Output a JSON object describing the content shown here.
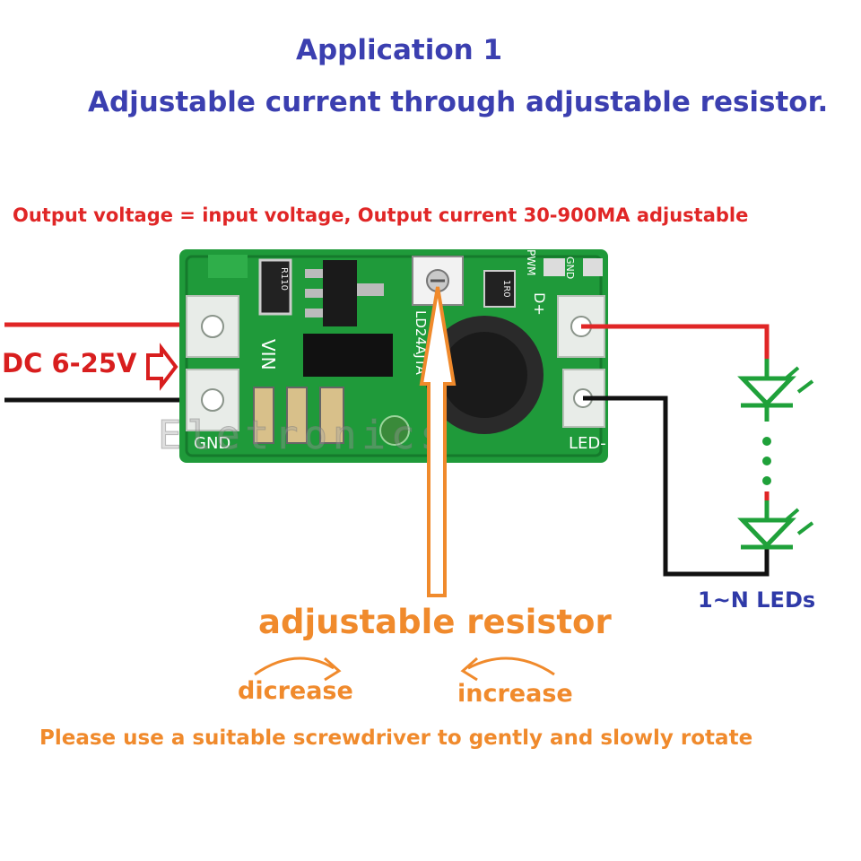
{
  "title": "Application 1",
  "subtitle": "Adjustable current through adjustable resistor.",
  "output_note": "Output voltage = input voltage, Output current 30-900MA adjustable",
  "input": {
    "label": "DC 6-25V"
  },
  "board": {
    "vin": "VIN",
    "gnd": "GND",
    "dplus": "D+",
    "led_minus": "LED-",
    "pwm": "PWM",
    "gnd_small": "GND",
    "chip_mark": "LD24AJTA",
    "res_mark": "R110",
    "res_mark2": "1R0"
  },
  "watermark": "Eletronics",
  "leds": {
    "label": "1~N LEDs"
  },
  "resistor": {
    "label": "adjustable resistor"
  },
  "rotation": {
    "decrease": "dicrease",
    "increase": "increase"
  },
  "screwdriver_note": "Please use a suitable screwdriver to gently and slowly rotate",
  "colors": {
    "title": "#3b3fb0",
    "warning": "#e02626",
    "accent": "#f08a2c",
    "pcb": "#1f9a3a",
    "led": "#1fa13a",
    "wire_positive": "#e02626",
    "wire_negative": "#111111"
  }
}
